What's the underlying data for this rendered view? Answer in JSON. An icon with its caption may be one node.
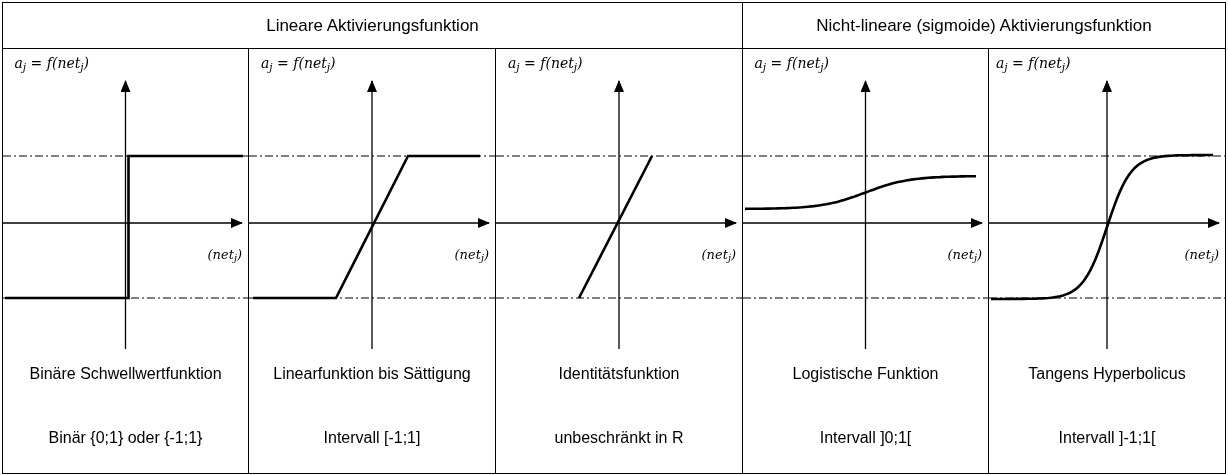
{
  "diagram": {
    "nodes": [
      {
        "text": [
          "Lineare Aktivierungsfunktion"
        ]
      },
      {
        "text": [
          "Nicht-lineare (sigmoide) Aktivierungsfunktion"
        ]
      },
      {
        "text": [
          "Binäre Schwellwertfunktion",
          "Binär {0;1} oder {-1;1}"
        ]
      },
      {
        "text": [
          "Linearfunktion bis Sättigung",
          "Intervall [-1;1]"
        ]
      },
      {
        "text": [
          "Identitätsfunktion",
          "unbeschränkt in R"
        ]
      },
      {
        "text": [
          "Logistische Funktion",
          "Intervall ]0;1["
        ]
      },
      {
        "text": [
          "Tangens Hyperbolicus",
          "Intervall ]-1;1["
        ]
      }
    ],
    "labels": [
      "a$_{j}$ = f(net$_{j}$)",
      "(net$_{j}$)",
      "a$_{j}$ = f(net$_{j}$)",
      "(net$_{j}$)",
      "a$_{j}$ = f(net$_{j}$)",
      "(net$_{j}$)",
      "a$_{j}$ = f(net$_{j}$)",
      "(net$_{j}$)",
      "a$_{j}$ = f(net$_{j}$)",
      "(net$_{j}$)"
    ]
  }
}
